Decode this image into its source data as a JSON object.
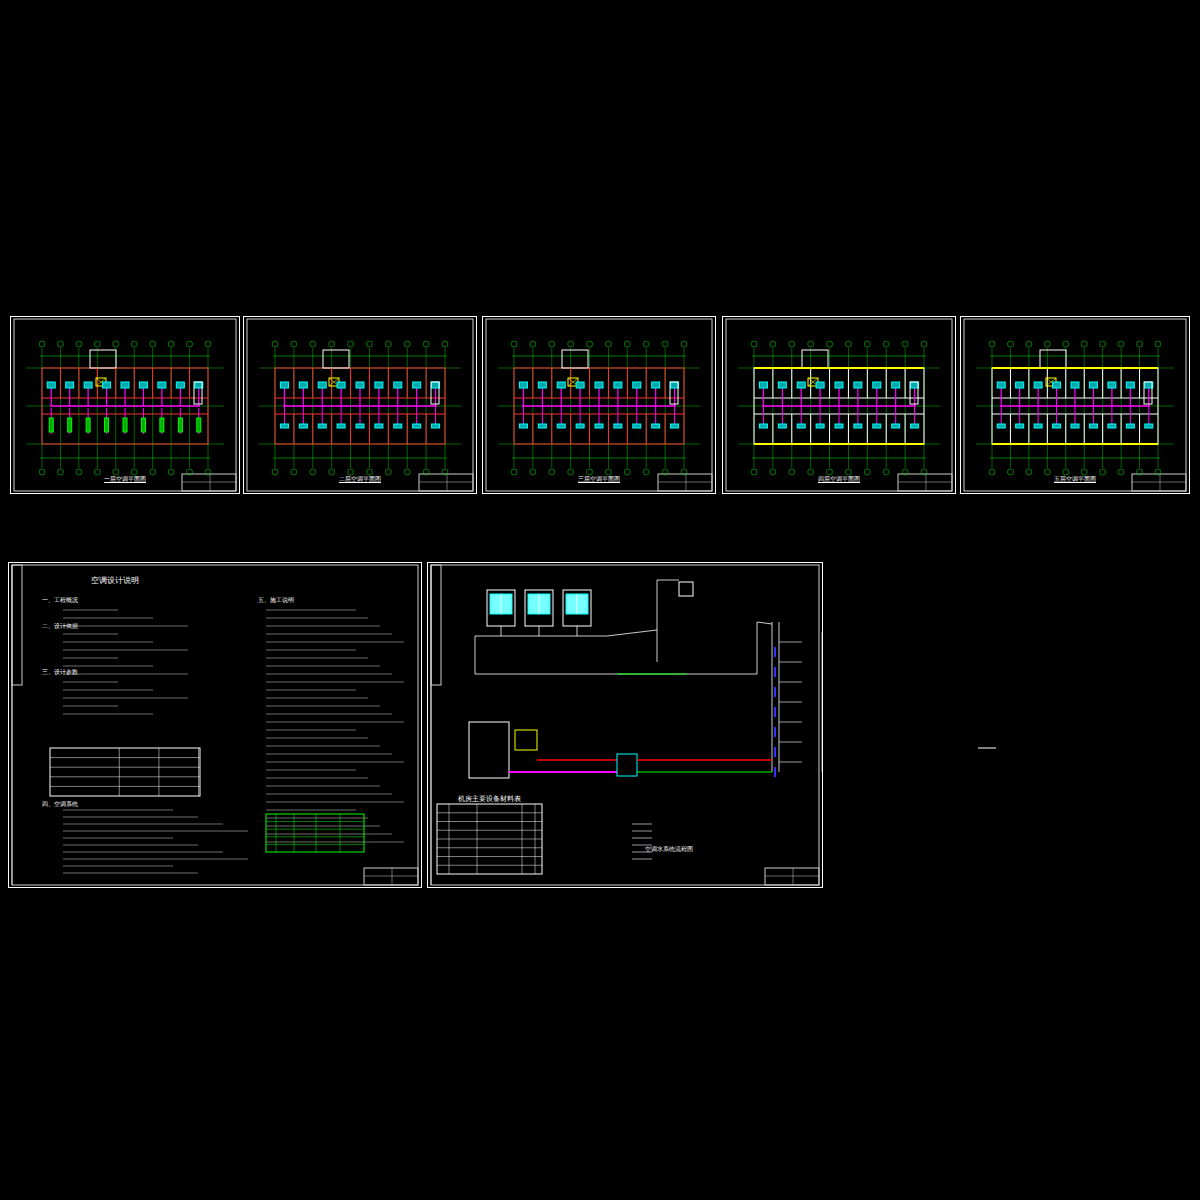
{
  "diagram": {
    "nodes": [
      {
        "text": [
          "一层空调平面图"
        ]
      },
      {
        "text": [
          "二层空调平面图"
        ]
      },
      {
        "text": [
          "三层空调平面图"
        ]
      },
      {
        "text": [
          "四层空调平面图"
        ]
      },
      {
        "text": [
          "五层空调平面图"
        ]
      },
      {
        "text": [
          "空调设计说明"
        ]
      },
      {
        "text": [
          "机房主要设备材料表"
        ]
      }
    ],
    "labels": [
      "一、工程概况",
      "二、设计依据",
      "三、设计参数",
      "四、空调系统",
      "五、施工说明",
      "空调水系统流程图"
    ]
  }
}
